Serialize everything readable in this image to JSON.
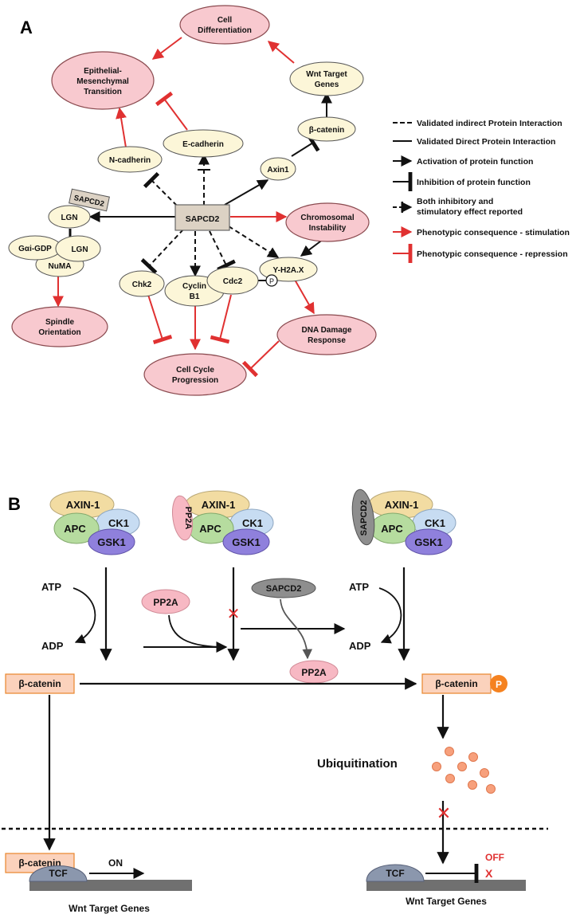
{
  "colors": {
    "node_fill": "#fcf6d8",
    "pheno_fill": "#f8c9cf",
    "pheno_stroke": "#8a4a4f",
    "center_fill": "#dcd2c4",
    "red": "#e03131",
    "black": "#111111",
    "catenin_fill": "#fbd2bc",
    "catenin_stroke": "#e8862c",
    "phospho": "#f58220",
    "ubiq_dot": "#f7a07c",
    "axin": "#f2dca2",
    "ck1": "#c7dcf2",
    "apc": "#b6dc9f",
    "gsk": "#8f80dc",
    "pp2a": "#f7b8c3",
    "sapcd2_oval": "#8e8e8e",
    "tcf": "#8b97ad",
    "dna_bar": "#707070"
  },
  "panel_a": {
    "label": "A",
    "nodes": {
      "sapcd2": "SAPCD2",
      "sapcd2_tag": "SAPCD2",
      "cell_diff_1": "Cell",
      "cell_diff_2": "Differentiation",
      "emt_1": "Epithelial-",
      "emt_2": "Mesenchymal",
      "emt_3": "Transition",
      "wnt_1": "Wnt Target",
      "wnt_2": "Genes",
      "beta_catenin": "β-catenin",
      "n_cadherin": "N-cadherin",
      "e_cadherin": "E-cadherin",
      "axin1": "Axin1",
      "lgn": "LGN",
      "gai_gdp": "Gαi-GDP",
      "lgn2": "LGN",
      "numa": "NuMA",
      "spindle_1": "Spindle",
      "spindle_2": "Orientation",
      "chrom_1": "Chromosomal",
      "chrom_2": "Instability",
      "yh2ax": "Y-H2A.X",
      "chk2": "Chk2",
      "cyclin_1": "Cyclin",
      "cyclin_2": "B1",
      "cdc2": "Cdc2",
      "phospho": "P",
      "dna_1": "DNA Damage",
      "dna_2": "Response",
      "ccp_1": "Cell Cycle",
      "ccp_2": "Progression"
    },
    "legend": [
      "Validated indirect Protein Interaction",
      "Validated Direct Protein Interaction",
      "Activation of protein function",
      "Inhibition of protein function",
      "Both inhibitory and",
      "stimulatory effect reported",
      "Phenotypic consequence - stimulation",
      "Phenotypic consequence - repression"
    ]
  },
  "panel_b": {
    "label": "B",
    "complex": {
      "axin": "AXIN-1",
      "ck1": "CK1",
      "apc": "APC",
      "gsk": "GSK1",
      "pp2a": "PP2A",
      "sapcd2": "SAPCD2"
    },
    "atp": "ATP",
    "adp": "ADP",
    "pp2a": "PP2A",
    "sapcd2": "SAPCD2",
    "pp2a_released": "PP2A",
    "beta_catenin": "β-catenin",
    "beta_catenin_p": "β-catenin",
    "phospho": "P",
    "ubiquitination": "Ubiquitination",
    "tcf": "TCF",
    "on": "ON",
    "off": "OFF",
    "off_x": "X",
    "block_x": "✕",
    "wnt_target_genes": "Wnt Target Genes"
  }
}
